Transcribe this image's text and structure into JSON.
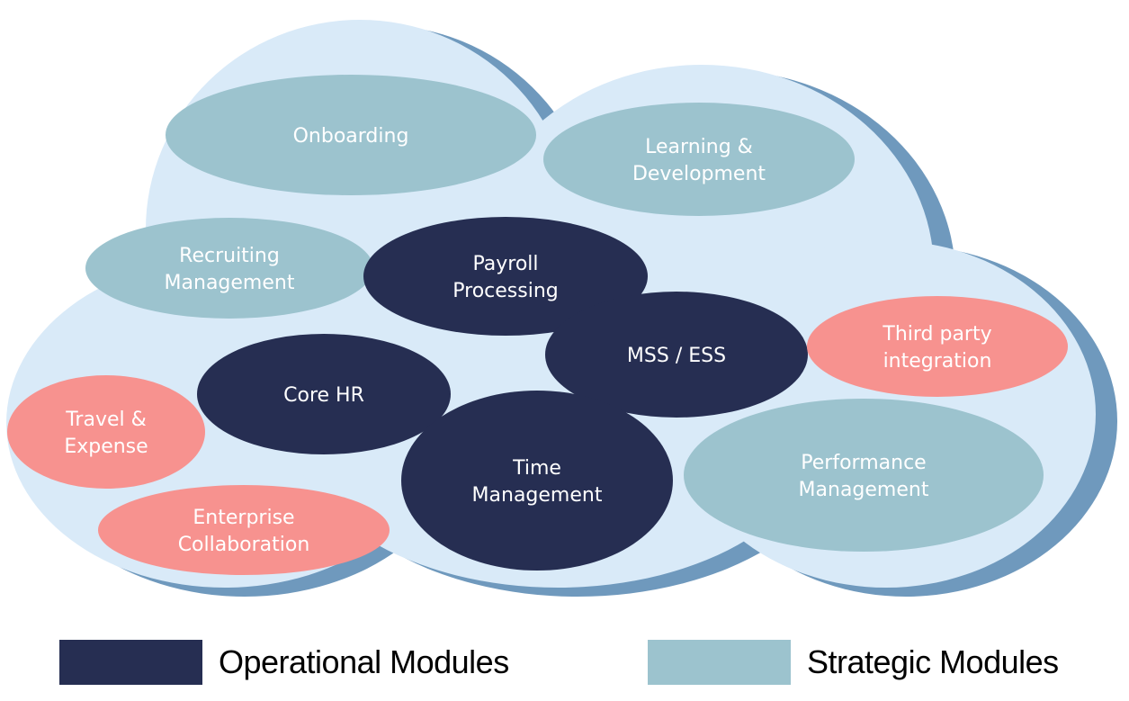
{
  "title": "HR Cloud Modules",
  "colors": {
    "operational": "#262e52",
    "strategic": "#9cc3ce",
    "third_party": "#f7928f",
    "cloud_fill": "#d9eaf8",
    "cloud_shadow": "#6f99bd",
    "text_on_module": "#ffffff"
  },
  "modules": [
    {
      "id": "onboarding",
      "lines": [
        "Onboarding"
      ],
      "category": "strategic"
    },
    {
      "id": "learning-development",
      "lines": [
        "Learning &",
        "Development"
      ],
      "category": "strategic"
    },
    {
      "id": "recruiting-management",
      "lines": [
        "Recruiting",
        "Management"
      ],
      "category": "strategic"
    },
    {
      "id": "payroll-processing",
      "lines": [
        "Payroll",
        "Processing"
      ],
      "category": "operational"
    },
    {
      "id": "mss-ess",
      "lines": [
        "MSS / ESS"
      ],
      "category": "operational"
    },
    {
      "id": "third-party-integration",
      "lines": [
        "Third party",
        "integration"
      ],
      "category": "third_party"
    },
    {
      "id": "core-hr",
      "lines": [
        "Core HR"
      ],
      "category": "operational"
    },
    {
      "id": "travel-expense",
      "lines": [
        "Travel &",
        "Expense"
      ],
      "category": "third_party"
    },
    {
      "id": "time-management",
      "lines": [
        "Time",
        "Management"
      ],
      "category": "operational"
    },
    {
      "id": "performance-management",
      "lines": [
        "Performance",
        "Management"
      ],
      "category": "strategic"
    },
    {
      "id": "enterprise-collaboration",
      "lines": [
        "Enterprise",
        "Collaboration"
      ],
      "category": "third_party"
    }
  ],
  "legend": [
    {
      "category": "operational",
      "label": "Operational Modules"
    },
    {
      "category": "strategic",
      "label": "Strategic Modules"
    }
  ]
}
